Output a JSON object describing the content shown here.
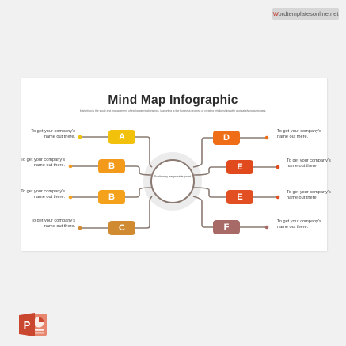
{
  "watermark": {
    "prefix": "W",
    "text": "ordtemplatesonline.net"
  },
  "slide": {
    "title": "Mind Map Infographic",
    "subtitle": "Marketing is the study and management of exchange relationships. Marketing is the business process of creating relationships with and satisfying customers.",
    "center_text": "That's why we provide point."
  },
  "nodes": [
    {
      "letter": "A",
      "color": "#f2c10b",
      "dot": "#f2c10b",
      "caption": "To get your company's name out there."
    },
    {
      "letter": "B",
      "color": "#f39a1a",
      "dot": "#f39a1a",
      "caption": "To get your company's name out there."
    },
    {
      "letter": "B",
      "color": "#f4a21c",
      "dot": "#f4a21c",
      "caption": "To get your company's name out there."
    },
    {
      "letter": "C",
      "color": "#d08b32",
      "dot": "#d08b32",
      "caption": "To get your company's name out there."
    },
    {
      "letter": "D",
      "color": "#ef6d16",
      "dot": "#ef6d16",
      "caption": "To get your company's name out there."
    },
    {
      "letter": "E",
      "color": "#e04a1c",
      "dot": "#e04a1c",
      "caption": "To get your company's name out there."
    },
    {
      "letter": "E",
      "color": "#e24f22",
      "dot": "#e24f22",
      "caption": "To get your company's name out there."
    },
    {
      "letter": "F",
      "color": "#a86a66",
      "dot": "#a86a66",
      "caption": "To get your company's name out there."
    }
  ],
  "colors": {
    "connector": "#8a7a72",
    "center_ring": "#ececec",
    "center_border": "#8a7a72"
  },
  "footer_icon": {
    "name": "powerpoint-icon",
    "letter": "P",
    "color": "#c9472e"
  }
}
